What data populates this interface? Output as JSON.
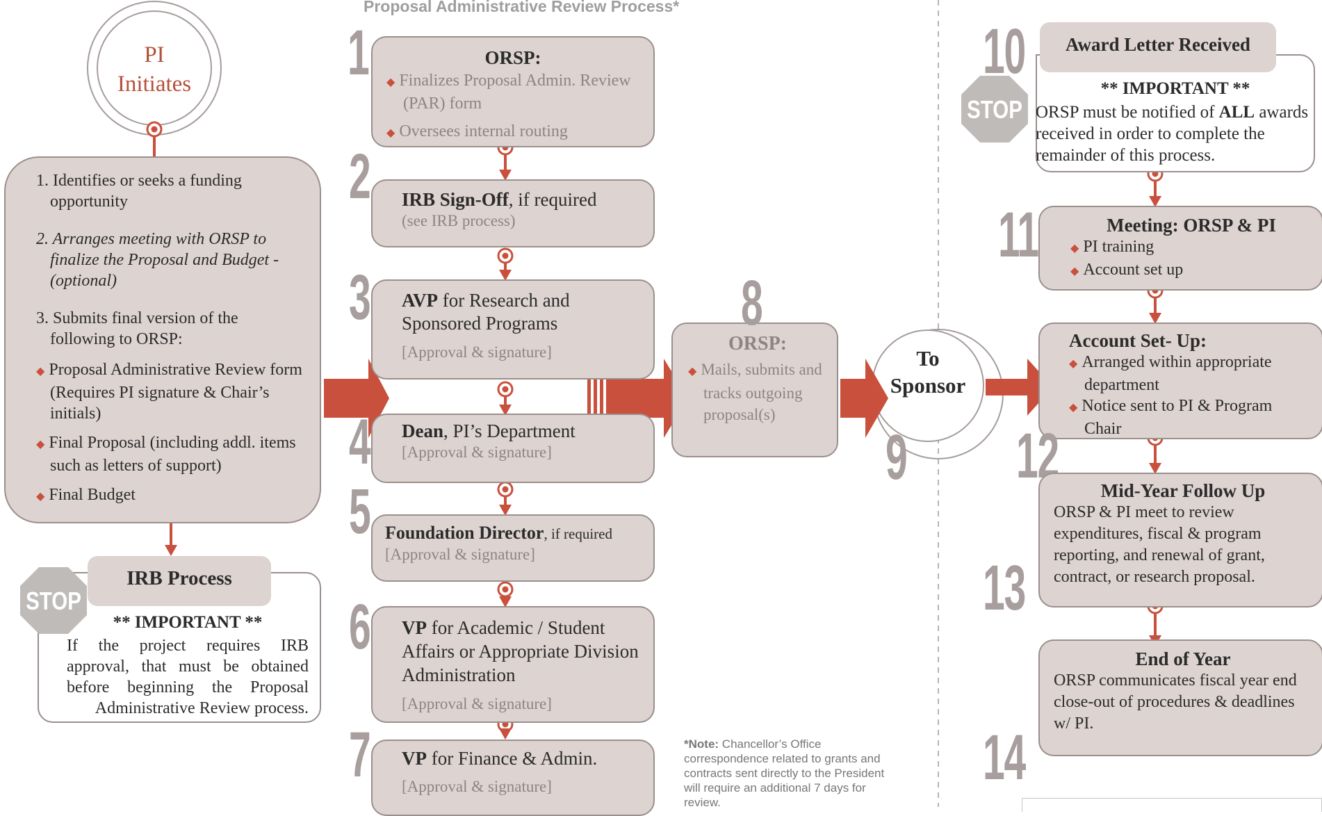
{
  "header": "Proposal Administrative Review Process*",
  "pi": {
    "circle_line1": "PI",
    "circle_line2": "Initiates",
    "step1": "1. Identifies or seeks a funding opportunity",
    "step2": "2. Arranges meeting with ORSP to finalize the Proposal and Budget - (optional)",
    "step3": "3. Submits final version of the following to ORSP:",
    "bullets": [
      "Proposal Administrative Review form (Requires PI signature & Chair’s initials)",
      "Final Proposal (including addl. items such as letters of support)",
      "Final Budget"
    ]
  },
  "irb": {
    "title": "IRB Process",
    "important": "** IMPORTANT **",
    "text": "If the project requires IRB approval, that must be obtained before beginning the Proposal Administrative Review process.",
    "stop": "STOP"
  },
  "steps": [
    {
      "num": "1",
      "title": "ORSP:",
      "bullets": [
        "Finalizes Proposal Admin. Review (PAR) form",
        "Oversees internal routing"
      ]
    },
    {
      "num": "2",
      "title": "IRB Sign-Off",
      "rest": ", if required",
      "sub": "(see IRB process)"
    },
    {
      "num": "3",
      "title": "AVP",
      "rest": " for Research and Sponsored Programs",
      "sub": "[Approval & signature]"
    },
    {
      "num": "4",
      "title": "Dean",
      "rest": ", PI’s Department",
      "sub": "[Approval & signature]"
    },
    {
      "num": "5",
      "title": "Foundation Director",
      "rest": ", if required",
      "sub": "[Approval &  signature]"
    },
    {
      "num": "6",
      "title": "VP",
      "rest": " for Academic / Student Affairs or Appropriate Division Administration",
      "sub": "[Approval & signature]"
    },
    {
      "num": "7",
      "title": "VP",
      "rest": " for Finance & Admin.",
      "sub": "[Approval & signature]"
    }
  ],
  "step8": {
    "num": "8",
    "title": "ORSP:",
    "bullet": "Mails, submits and tracks outgoing proposal(s)"
  },
  "step9": {
    "num": "9",
    "line1": "To",
    "line2": "Sponsor"
  },
  "note": {
    "label": "*Note:",
    "text": " Chancellor’s Office correspondence related to grants and contracts sent directly to the President will require an additional 7 days for review."
  },
  "step10": {
    "num": "10",
    "title": "Award Letter Received",
    "important": "** IMPORTANT **",
    "text_a": "ORSP must be notified of ",
    "text_b": "ALL",
    "text_c": " awards received in order to complete the remainder of this process.",
    "stop": "STOP"
  },
  "step11": {
    "num": "11",
    "title": "Meeting: ORSP & PI",
    "bullets": [
      "PI training",
      "Account set up"
    ]
  },
  "step12": {
    "num": "12",
    "title": "Account Set- Up:",
    "bullets": [
      "Arranged within appropriate department",
      "Notice sent to PI & Program Chair"
    ]
  },
  "step13": {
    "num": "13",
    "title": "Mid-Year Follow Up",
    "text": "ORSP & PI meet to review expenditures, fiscal & program reporting, and renewal of grant, contract, or research proposal."
  },
  "step14": {
    "num": "14",
    "title": "End of Year",
    "text": "ORSP communicates fiscal year end close-out of procedures & deadlines w/ PI."
  },
  "colors": {
    "accent": "#c8503c",
    "box_fill": "#ddd3d0",
    "box_border": "#9a8f8c",
    "numbers": "#a79e9d"
  }
}
